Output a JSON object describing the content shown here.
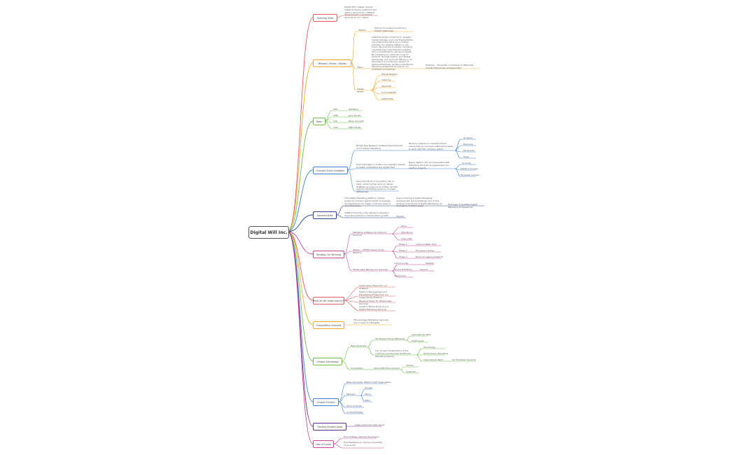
{
  "root": "Digital Will Inc.",
  "colors": {
    "opening": "#e8585b",
    "mission": "#f0a928",
    "team": "#6cbf4a",
    "success": "#3f7fd0",
    "opportunities": "#2b3f8f",
    "strategy": "#c8449a",
    "money": "#e05a66",
    "competitive": "#f0b020",
    "unique": "#6cbf4a",
    "growth": "#3f7fd0",
    "traction": "#6a2a8f",
    "funds": "#c8449a"
  },
  "branches": {
    "opening": {
      "label": "Opening Slide",
      "note": "Digital Will creates original digital products, platforms and agency services for software development + marketing services for our clients"
    },
    "mission": {
      "label": "Mission / Vision / Values",
      "mission_label": "Mission",
      "mission_text": "Deliver Innovative Solutions in Digital Challenges",
      "vision_label": "Vision",
      "vision_text": "Celebrate global companies to navigate market changes, overcome fragmentation, and embrace the full force of creative business. Our growing digital is a sub-brand. We drive the innovation market by understanding unprecedented analytics with a commitment to delivering market. By harnessing our extended range of products, the best experts, and reliable partnership, and continued efficiency, be specialized, and extensive network of global partnerships, we stay committed to delivering exceptional success for our customers and partners.",
      "vision_example": "Example - \"Empower companies to efficiently market themselves and generate\"",
      "values_label": "Values - PACTS",
      "values": [
        "Mutual Respect",
        "Inspiring",
        "Approach",
        "Accountability",
        "Leadership"
      ]
    },
    "team": {
      "label": "Team",
      "roles": [
        "CEO",
        "CMO",
        "CTO",
        "COO"
      ],
      "names": [
        "Will Berry",
        "Jerry Doubt",
        "Brian da Costa",
        "Matt Clarke"
      ]
    },
    "success": {
      "label": "Success Since Inception",
      "s1": "Bridge Gap Between Software Development and Creative Marketing",
      "s1_note": "Become experts of understand tech stacks that do not have sufficient budgets to work with full company giants",
      "s1_items": [
        "UI Space",
        "Branding",
        "PR Growth",
        "Deep"
      ],
      "s2": "Launched agency division successfully started to better understand the Digital field",
      "s2_note": "Newly Tapped into and Generated with Marketing Products to supplement our existing projects",
      "s2_items": [
        "UI Comp",
        "Platform License",
        "Facebook License"
      ],
      "s3": "Launched Product Innovation Lab in 2021, which further aims to deliver Software as a Service & further derived hype for Marketing needs to increase efficiencies"
    },
    "opportunities": {
      "label": "Opportunities",
      "o1": "The Digital Marketing Platform market poised by industry giants based on budgets and application for bigger customer base of alert characters",
      "o1_note": "Users of facing a digital Marketing professionals are increasingly due to the growing importance of Digital Marketing, an average by 5 dollars paid",
      "o1_tail": "Shortage of qualified Digital Marketing Professionals",
      "o2": "VCRB & Funding is the natural progression of growing based on market demo growth",
      "o2_tail": "Signals"
    },
    "strategy": {
      "label": "Strategy for Winning",
      "st1": "Marketing Software as a Service Products",
      "st1_items": [
        "Work",
        "Operations",
        "Copy Chat"
      ],
      "st2": "Mission - HTML5 Career Portal Platform",
      "st2_phases": [
        "Phase 1",
        "Phase 2",
        "Phase 3"
      ],
      "st2_items": [
        "Internal VR&D Tools",
        "Facebook License",
        "Build out Agency Platform"
      ],
      "st3": "White Label Partners for Services",
      "st3_items": [
        "Call Accounts",
        "Online Publishers",
        "Consumers"
      ],
      "st3_tails": [
        "Website",
        "Upwork"
      ]
    },
    "money": {
      "label": "How do we make money?",
      "items": [
        "Subscription Fees from our Software",
        "Platform Management and Development Fees from our Career Portal Platform",
        "Revenue Share for White Label Services",
        "Creative Based Product and Digital Marketing Services"
      ]
    },
    "competitive": {
      "label": "Competitive Analysis",
      "note": "TPI Leverage Marketing Agencies are in need of a Budgets"
    },
    "unique": {
      "label": "Unique Advantage",
      "new_dev": "New Developer",
      "u1": "We Market Things Efficiently",
      "u1_items": [
        "International Team",
        "Multilingual"
      ],
      "u2": "Can access manipulation of the customer journey than traditional Marketing Agency",
      "u2_items": [
        "Technology",
        "Performance Marketing",
        "International Team"
      ],
      "u2_tail": "Go To Market Solutions",
      "competition": "Competition",
      "comp_item": "Global SEO Environment",
      "comp_tails": [
        "Sandra",
        "Aseanset"
      ]
    },
    "growth": {
      "label": "Growth Drivers",
      "g1": "Beat out Career Platform Self Organization",
      "g2": "Partners",
      "g2_items": [
        "Google",
        "Yahoo",
        "Meta"
      ],
      "g3": "Word of Mouth",
      "g4": "Content Builder"
    },
    "traction": {
      "label": "Traction/Growth Data",
      "note": "Sales points and User terms"
    },
    "funds": {
      "label": "Use of Funds",
      "items": [
        "Hire Software Venture Developers",
        "Hire Marketers to improve sensibility of products"
      ]
    }
  }
}
